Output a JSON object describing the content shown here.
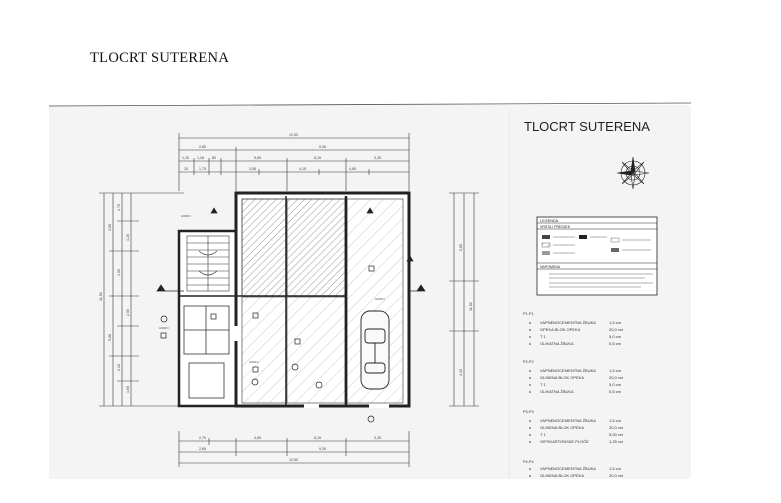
{
  "page": {
    "title": "TLOCRT  SUTERENA"
  },
  "sheet": {
    "title": "TLOCRT SUTERENA",
    "legend": {
      "heading": "LEGENDA",
      "section": "VRSTA I PRESJEK",
      "notes_heading": "NAPOMENA"
    },
    "layers": [
      {
        "label": "P1-P1",
        "lines": [
          "VAPNENOCEMENTNA ŽBUKA",
          "OPEKA BLOK OPEKA",
          "T 1",
          "GLIKATNA ŽBUKA"
        ],
        "values": [
          "1,5 cm",
          "20,0 cm",
          "5,0 cm",
          "0,5 cm"
        ]
      },
      {
        "label": "P2-P2",
        "lines": [
          "VAPNENOCEMENTNA ŽBUKA",
          "GLINENA BLOK OPEKA",
          "T 1",
          "GLIKATNA ŽBUKA"
        ],
        "values": [
          "1,5 cm",
          "20,0 cm",
          "5,0 cm",
          "0,5 cm"
        ]
      },
      {
        "label": "P3-P3",
        "lines": [
          "VAPNENOCEMENTNA ŽBUKA",
          "GLINENA BLOK OPEKA",
          "T 1",
          "GIPSKARTONSKE PLOČE"
        ],
        "values": [
          "1,5 cm",
          "20,0 cm",
          "5,00 cm",
          "1,25 cm"
        ]
      },
      {
        "label": "P4-P4",
        "lines": [
          "VAPNENOCEMENTNA ŽBUKA",
          "GLINENA BLOK OPEKA"
        ],
        "values": [
          "1,5 cm",
          "20,0 cm"
        ]
      }
    ]
  }
}
